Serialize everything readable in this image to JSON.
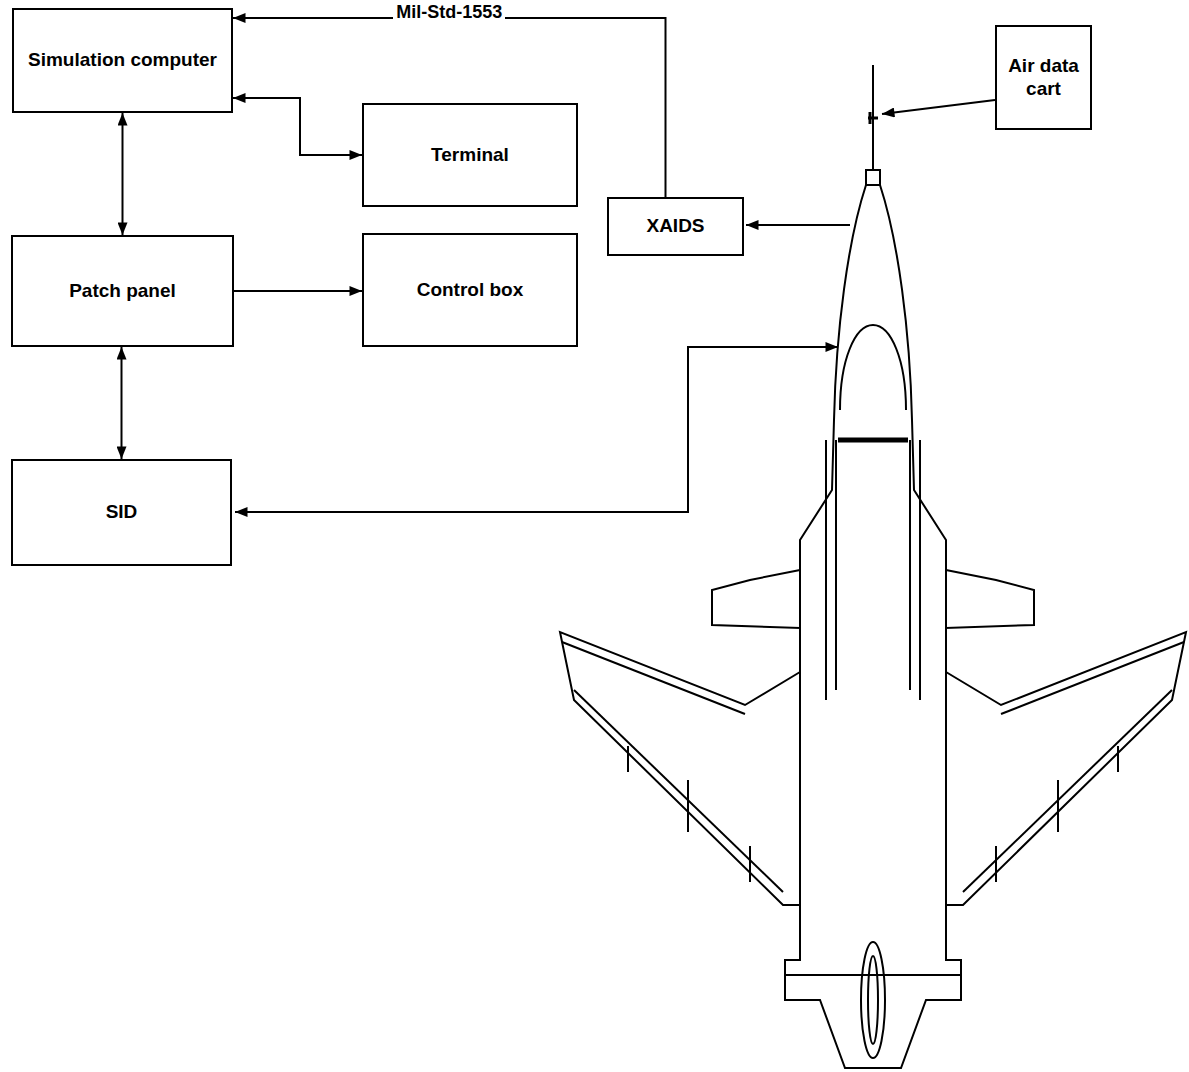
{
  "diagram": {
    "nodes": [
      {
        "text": [
          "Simulation computer"
        ]
      },
      {
        "text": [
          "Terminal"
        ]
      },
      {
        "text": [
          "XAIDS"
        ]
      },
      {
        "text": [
          "Air data cart"
        ]
      },
      {
        "text": [
          "Patch panel"
        ]
      },
      {
        "text": [
          "Control box"
        ]
      },
      {
        "text": [
          "SID"
        ]
      }
    ],
    "edges": [
      {
        "from": 0,
        "to": 1,
        "arrow": "both"
      },
      {
        "from": 0,
        "to": 4,
        "arrow": "both"
      },
      {
        "from": 4,
        "to": 5,
        "arrow": "to"
      },
      {
        "from": 4,
        "to": 6,
        "arrow": "both"
      },
      {
        "from": 2,
        "to": 0,
        "arrow": "to",
        "label": "Mil-Std-1553"
      }
    ]
  }
}
